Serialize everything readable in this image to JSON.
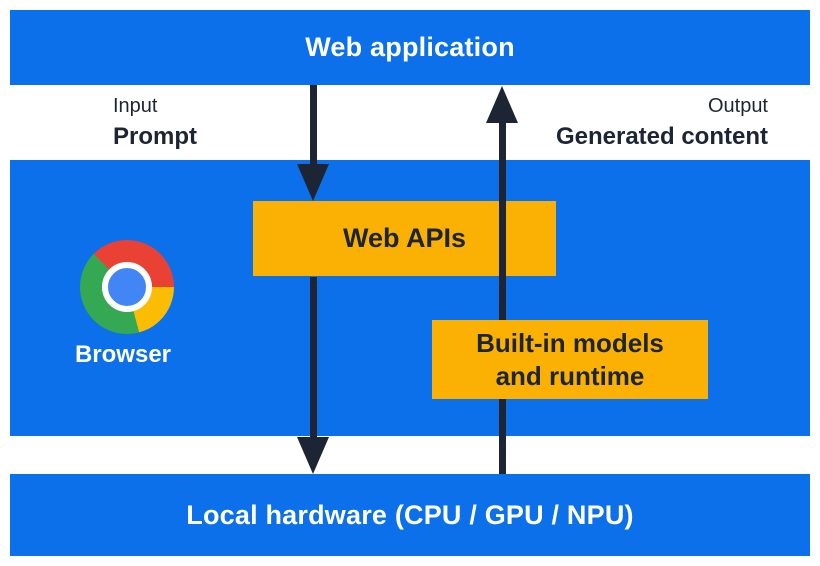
{
  "colors": {
    "panel-blue": "#0b70ea",
    "box-yellow": "#fbb104",
    "ink-dark": "#1d2433",
    "chrome-red": "#e94235",
    "chrome-green": "#34a853",
    "chrome-yellow": "#fbbc04",
    "chrome-blue": "#4285f4"
  },
  "top_bar": {
    "label": "Web application"
  },
  "io_labels": {
    "input_title": "Input",
    "input_value": "Prompt",
    "output_title": "Output",
    "output_value": "Generated content"
  },
  "browser_panel": {
    "browser_label": "Browser",
    "chrome_icon": "chrome-logo-icon",
    "web_apis_label": "Web APIs",
    "builtin_models_line1": "Built-in models",
    "builtin_models_line2": "and runtime"
  },
  "arrows": {
    "down_arrow": "prompt flows from web application through web apis to local hardware",
    "up_arrow": "generated content flows from local hardware through built-in models to web application"
  },
  "bottom_bar": {
    "label": "Local hardware (CPU / GPU / NPU)"
  }
}
